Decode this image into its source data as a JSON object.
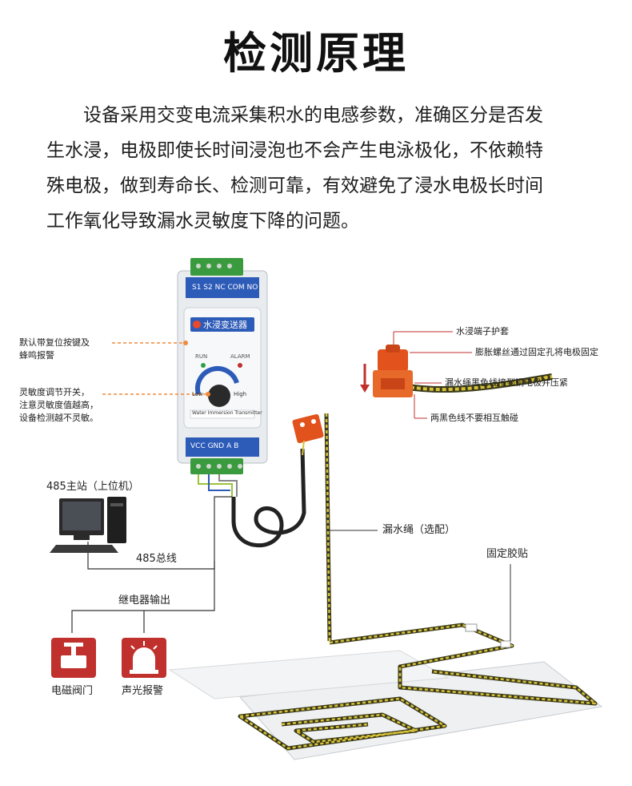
{
  "title": "检测原理",
  "description_lines": [
    "设备采用交变电流采集积水的电感参数，准确区分是否发",
    "生水浸，电极即使长时间浸泡也不会产生电泳极化，不依赖特",
    "殊电极，做到寿命长、检测可靠，有效避免了浸水电极长时间",
    "工作氧化导致漏水灵敏度下降的问题。"
  ],
  "device": {
    "top_terminals": "S1 S2  NC COM NO",
    "name": "水浸变送器",
    "led_run": "RUN",
    "led_alarm": "ALARM",
    "knob_low": "Low",
    "knob_high": "High",
    "english_name": "Water Immersion Transmitter",
    "bottom_terminals": "VCC GND  A    B"
  },
  "annotations": {
    "reset_button": [
      "默认带复位按键及",
      "蜂鸣报警"
    ],
    "sensitivity_switch": [
      "灵敏度调节开关，",
      "注意灵敏度值越高，",
      "设备检测越不灵敏。"
    ]
  },
  "host": {
    "label": "485主站（上位机）"
  },
  "bus": {
    "label": "485总线"
  },
  "relay": {
    "label": "继电器输出"
  },
  "outputs": {
    "valve": "电磁阀门",
    "alarm": "声光报警"
  },
  "rope": {
    "label": "漏水绳（选配）"
  },
  "tape": {
    "label": "固定胶贴"
  },
  "detail": {
    "cap": "水浸端子护套",
    "screw": "膨胀螺丝通过固定孔将电极固定",
    "wire": "漏水绳黑色线接到铜电极并压紧",
    "warning": "两黑色线不要相互触碰"
  },
  "colors": {
    "device_blue": "#2d5bb8",
    "terminal_green": "#3a9a3e",
    "knob": "#2a2a2a",
    "icon_red": "#c0302c",
    "connector_orange": "#e2521c",
    "rope_yellow": "#d8c23a"
  }
}
